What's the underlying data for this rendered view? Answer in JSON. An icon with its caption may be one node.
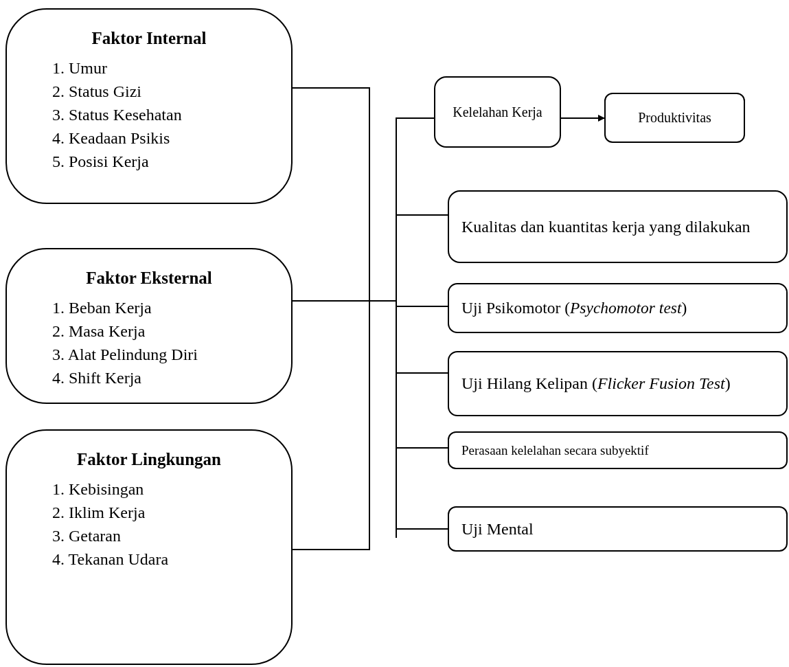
{
  "diagram": {
    "nodes": [
      {
        "text": [
          "Faktor Internal",
          "1. Umur",
          "2. Status Gizi",
          "3. Status Kesehatan",
          "4. Keadaan Psikis",
          "5. Posisi Kerja"
        ]
      },
      {
        "text": [
          "Faktor Eksternal",
          "1. Beban Kerja",
          "2. Masa Kerja",
          "3. Alat Pelindung Diri",
          "4. Shift Kerja"
        ]
      },
      {
        "text": [
          "Faktor Lingkungan",
          "1. Kebisingan",
          "2. Iklim Kerja",
          "3. Getaran",
          "4. Tekanan Udara"
        ]
      },
      {
        "text": [
          "Kelelahan Kerja"
        ]
      },
      {
        "text": [
          "Produktivitas"
        ]
      },
      {
        "text": [
          "Kualitas dan kuantitas kerja yang dilakukan"
        ]
      },
      {
        "text": [
          "Uji Psikomotor (*Psychomotor test*)"
        ]
      },
      {
        "text": [
          "Uji Hilang Kelipan (*Flicker Fusion Test*)"
        ]
      },
      {
        "text": [
          "Perasaan kelelahan secara subyektif"
        ]
      },
      {
        "text": [
          "Uji Mental"
        ]
      }
    ],
    "edges": [
      {
        "from": 0,
        "to": 3,
        "arrow": "none"
      },
      {
        "from": 0,
        "to": 5,
        "arrow": "none"
      },
      {
        "from": 0,
        "to": 6,
        "arrow": "none"
      },
      {
        "from": 0,
        "to": 7,
        "arrow": "none"
      },
      {
        "from": 0,
        "to": 8,
        "arrow": "none"
      },
      {
        "from": 0,
        "to": 9,
        "arrow": "none"
      },
      {
        "from": 1,
        "to": 3,
        "arrow": "none"
      },
      {
        "from": 1,
        "to": 5,
        "arrow": "none"
      },
      {
        "from": 1,
        "to": 6,
        "arrow": "none"
      },
      {
        "from": 1,
        "to": 7,
        "arrow": "none"
      },
      {
        "from": 1,
        "to": 8,
        "arrow": "none"
      },
      {
        "from": 1,
        "to": 9,
        "arrow": "none"
      },
      {
        "from": 2,
        "to": 3,
        "arrow": "none"
      },
      {
        "from": 2,
        "to": 5,
        "arrow": "none"
      },
      {
        "from": 2,
        "to": 6,
        "arrow": "none"
      },
      {
        "from": 2,
        "to": 7,
        "arrow": "none"
      },
      {
        "from": 2,
        "to": 8,
        "arrow": "none"
      },
      {
        "from": 2,
        "to": 9,
        "arrow": "none"
      },
      {
        "from": 3,
        "to": 4,
        "arrow": "to"
      }
    ]
  }
}
